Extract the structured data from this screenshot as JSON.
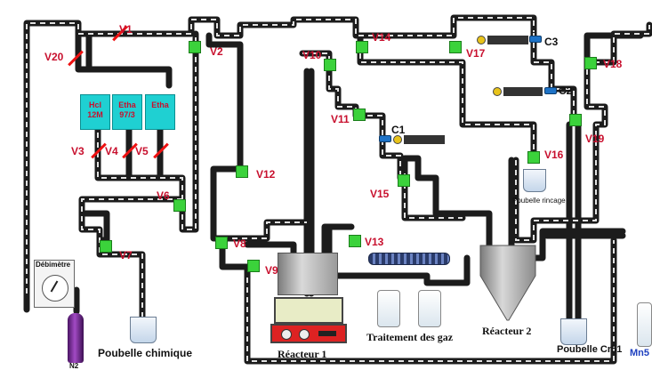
{
  "valves": {
    "v1": "V1",
    "v2": "V2",
    "v3": "V3",
    "v4": "V4",
    "v5": "V5",
    "v6": "V6",
    "v7": "V7",
    "v8": "V8",
    "v9": "V9",
    "v10": "V10",
    "v11": "V11",
    "v12": "V12",
    "v13": "V13",
    "v14": "V14",
    "v15": "V15",
    "v16": "V16",
    "v17": "V17",
    "v18": "V18",
    "v19": "V19",
    "v20": "V20"
  },
  "columns": {
    "c1": "C1",
    "c2": "C2",
    "c3": "C3"
  },
  "reagents": {
    "hcl": "Hcl 12M",
    "etha1": "Etha 97/3",
    "etha2": "Etha"
  },
  "labels": {
    "debitmetre": "Débimètre",
    "poubelle_chimique": "Poubelle chimique",
    "poubelle_rincage": "Poubelle rincage",
    "traitement_gaz": "Traitement des gaz",
    "reacteur1": "Réacteur 1",
    "reacteur2": "Réacteur 2",
    "poubelle_cr51": "Poubelle Cr51",
    "mn5": "Mn5",
    "n2": "N2"
  },
  "colors": {
    "valve_label": "#c8102e",
    "valve_open": "#3bd23b",
    "reagent": "#1fd0d2",
    "radioactive": "#e8c31a",
    "pipe": "#1c1c1c"
  },
  "icons": [
    "flowmeter-icon",
    "gas-cylinder-icon",
    "radioactive-icon",
    "hotplate-icon",
    "beaker-icon"
  ]
}
